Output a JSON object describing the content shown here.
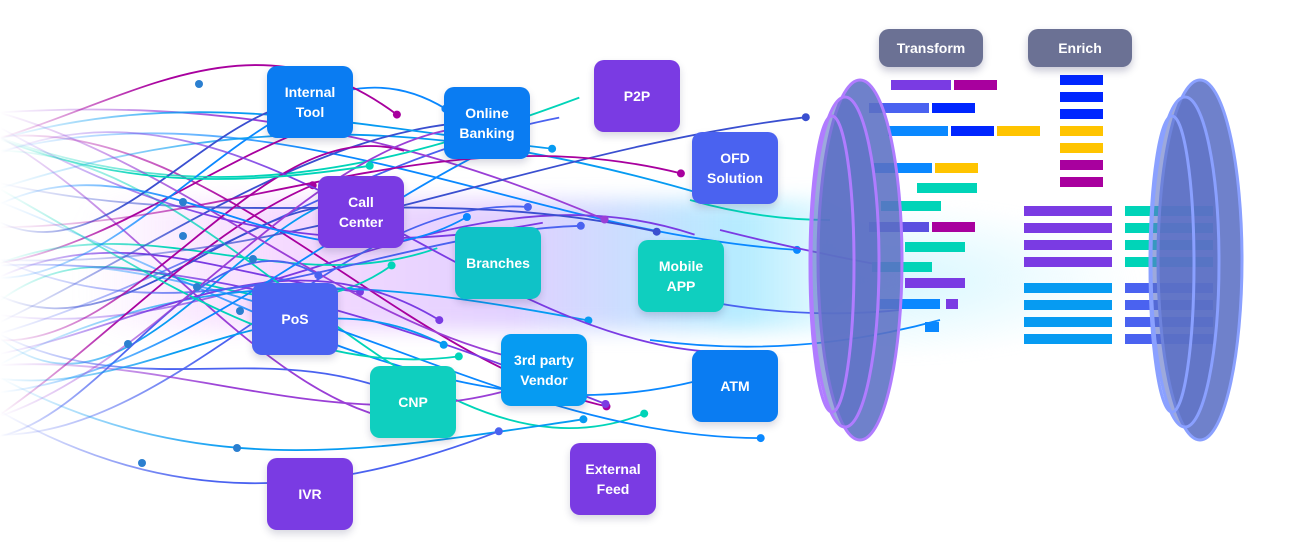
{
  "diagram": {
    "sources": [
      {
        "id": "internal-tool",
        "label": "Internal\nTool",
        "color": "#0a7cf2"
      },
      {
        "id": "online-banking",
        "label": "Online\nBanking",
        "color": "#0a7cf2"
      },
      {
        "id": "p2p",
        "label": "P2P",
        "color": "#7a3be3"
      },
      {
        "id": "ofd-solution",
        "label": "OFD\nSolution",
        "color": "#4a62f0"
      },
      {
        "id": "call-center",
        "label": "Call\nCenter",
        "color": "#7a3be3"
      },
      {
        "id": "branches",
        "label": "Branches",
        "color": "#0fc2c7"
      },
      {
        "id": "mobile-app",
        "label": "Mobile\nAPP",
        "color": "#0fcfbf"
      },
      {
        "id": "pos",
        "label": "PoS",
        "color": "#4a62f0"
      },
      {
        "id": "3rd-party-vendor",
        "label": "3rd party\nVendor",
        "color": "#069bf2"
      },
      {
        "id": "cnp",
        "label": "CNP",
        "color": "#0fcfbf"
      },
      {
        "id": "atm",
        "label": "ATM",
        "color": "#0a7cf2"
      },
      {
        "id": "ivr",
        "label": "IVR",
        "color": "#7a3be3"
      },
      {
        "id": "external-feed",
        "label": "External\nFeed",
        "color": "#7a3be3"
      }
    ],
    "stages": [
      {
        "id": "transform",
        "label": "Transform"
      },
      {
        "id": "enrich",
        "label": "Enrich"
      }
    ],
    "palette": {
      "purple": "#7a3be3",
      "magenta": "#a8009e",
      "indigo": "#4a62f0",
      "blue": "#0026ff",
      "sky": "#0a88ff",
      "amber": "#ffc400",
      "teal": "#00d4b8",
      "lightblue": "#069bf2",
      "ring": "#5b6fc4",
      "ring_edge_left": "#b07cff",
      "ring_edge_right": "#8aa0ff",
      "stage_label_bg": "#6b7194"
    }
  }
}
